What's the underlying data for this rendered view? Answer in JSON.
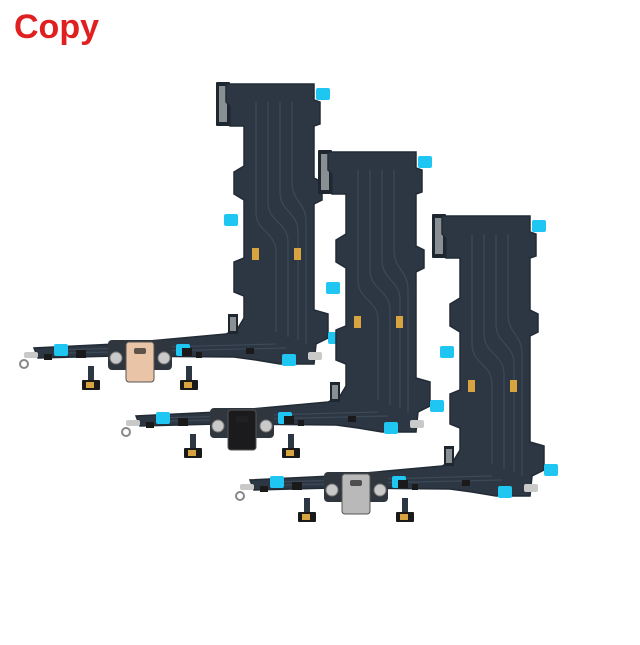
{
  "watermark": {
    "text": "Copy",
    "color": "#e02020"
  },
  "photo": {
    "background": "#ffffff",
    "parts": [
      {
        "name": "flex-cable-gold",
        "connector_color": "#e9c4a6"
      },
      {
        "name": "flex-cable-black",
        "connector_color": "#1b1b1d"
      },
      {
        "name": "flex-cable-gray",
        "connector_color": "#b9b9b9"
      }
    ],
    "colors": {
      "flex": "#2c3743",
      "flex_edge": "#222b35",
      "trace": "#3d4957",
      "tape": "#1fc6f2",
      "contact_pad": "#d8a440",
      "metal": "#c9c9c9",
      "component": "#1a1a1a"
    }
  }
}
